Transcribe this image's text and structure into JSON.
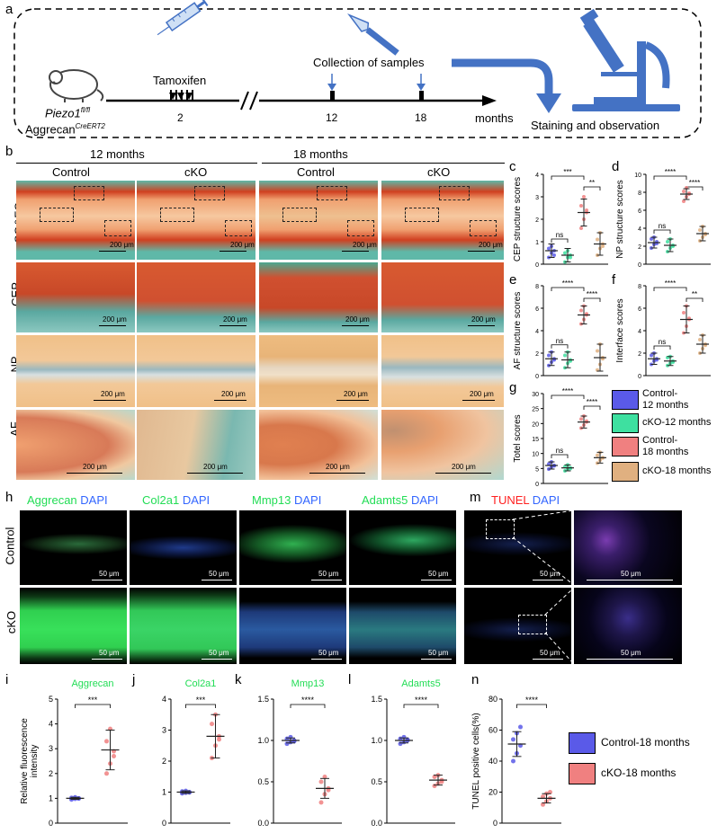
{
  "panel_a": {
    "label": "a",
    "gene_main": "Piezo1",
    "gene_sup": "fl/fl",
    "driver_main": "Aggrecan",
    "driver_sup": "CreERT2",
    "tamoxifen": "Tamoxifen",
    "collection": "Collection of samples",
    "ticks": [
      "2",
      "12",
      "18"
    ],
    "axis_unit": "months",
    "staining": "Staining and observation"
  },
  "panel_b": {
    "label": "b",
    "groups": [
      "12 months",
      "18 months"
    ],
    "columns": [
      "Control",
      "cKO",
      "Control",
      "cKO"
    ],
    "rows": [
      "SO&FG",
      "CEP",
      "NP",
      "AF"
    ],
    "scale": "200 μm"
  },
  "panel_h": {
    "label": "h",
    "markers": [
      {
        "name": "Aggrecan",
        "stain": "DAPI"
      },
      {
        "name": "Col2a1",
        "stain": "DAPI"
      },
      {
        "name": "Mmp13",
        "stain": "DAPI"
      },
      {
        "name": "Adamts5",
        "stain": "DAPI"
      }
    ],
    "rows": [
      "Control",
      "cKO"
    ],
    "scale": "50 μm"
  },
  "panel_m": {
    "label": "m",
    "marker": "TUNEL",
    "stain": "DAPI",
    "scale": "50 μm"
  },
  "legend_top": [
    "Control-\n12 months",
    "cKO-12 months",
    "Control-\n18 months",
    "cKO-18 months"
  ],
  "legend_bottom": [
    "Control-18 months",
    "cKO-18 months"
  ],
  "colors": {
    "control12": "#5a5ae8",
    "cko12": "#3ee0a0",
    "control18": "#f08080",
    "cko18": "#e0b080",
    "title_green": "#22dd55",
    "tunel_red": "#ff2020",
    "dapi_blue": "#3366ff",
    "arrow_blue": "#4472c4"
  },
  "chart_data": [
    {
      "panel": "c",
      "type": "scatter",
      "ylabel": "CEP structure scores",
      "ylim": [
        0,
        4
      ],
      "yticks": [
        0,
        1,
        2,
        3,
        4
      ],
      "categories": [
        "Control-12 months",
        "cKO-12 months",
        "Control-18 months",
        "cKO-18 months"
      ],
      "means": [
        0.6,
        0.4,
        2.3,
        0.9
      ],
      "sd": [
        0.3,
        0.3,
        0.6,
        0.5
      ],
      "points": [
        [
          0.3,
          0.5,
          0.6,
          0.7,
          0.8,
          0.4
        ],
        [
          0.1,
          0.3,
          0.4,
          0.5,
          0.6,
          0.3
        ],
        [
          1.6,
          2.0,
          2.3,
          2.6,
          3.0,
          2.4
        ],
        [
          0.4,
          0.7,
          0.9,
          1.1,
          1.4,
          0.8
        ]
      ],
      "sig": [
        {
          "a": 0,
          "b": 1,
          "text": "ns"
        },
        {
          "a": 0,
          "b": 2,
          "text": "***"
        },
        {
          "a": 2,
          "b": 3,
          "text": "**"
        }
      ]
    },
    {
      "panel": "d",
      "type": "scatter",
      "ylabel": "NP structure scores",
      "ylim": [
        0,
        10
      ],
      "yticks": [
        0,
        2,
        4,
        6,
        8,
        10
      ],
      "categories": [
        "Control-12 months",
        "cKO-12 months",
        "Control-18 months",
        "cKO-18 months"
      ],
      "means": [
        2.4,
        2.1,
        7.8,
        3.4
      ],
      "sd": [
        0.6,
        0.7,
        0.6,
        0.8
      ],
      "points": [
        [
          1.8,
          2.2,
          2.5,
          2.8,
          3.0,
          2.3
        ],
        [
          1.4,
          1.8,
          2.1,
          2.5,
          2.8,
          2.0
        ],
        [
          7.0,
          7.5,
          7.8,
          8.1,
          8.5,
          7.9
        ],
        [
          2.6,
          3.0,
          3.4,
          3.8,
          4.2,
          3.3
        ]
      ],
      "sig": [
        {
          "a": 0,
          "b": 1,
          "text": "ns"
        },
        {
          "a": 0,
          "b": 2,
          "text": "****"
        },
        {
          "a": 2,
          "b": 3,
          "text": "****"
        }
      ]
    },
    {
      "panel": "e",
      "type": "scatter",
      "ylabel": "AF structure scores",
      "ylim": [
        0,
        8
      ],
      "yticks": [
        0,
        2,
        4,
        6,
        8
      ],
      "categories": [
        "Control-12 months",
        "cKO-12 months",
        "Control-18 months",
        "cKO-18 months"
      ],
      "means": [
        1.5,
        1.4,
        5.4,
        1.6
      ],
      "sd": [
        0.6,
        0.7,
        0.8,
        1.2
      ],
      "points": [
        [
          0.9,
          1.2,
          1.5,
          1.8,
          2.1,
          1.4
        ],
        [
          0.7,
          1.1,
          1.4,
          1.8,
          2.1,
          1.3
        ],
        [
          4.6,
          5.0,
          5.4,
          5.8,
          6.2,
          5.5
        ],
        [
          0.5,
          1.0,
          1.6,
          2.2,
          2.8,
          1.5
        ]
      ],
      "sig": [
        {
          "a": 0,
          "b": 1,
          "text": "ns"
        },
        {
          "a": 0,
          "b": 2,
          "text": "****"
        },
        {
          "a": 2,
          "b": 3,
          "text": "****"
        }
      ]
    },
    {
      "panel": "f",
      "type": "scatter",
      "ylabel": "Interface scores",
      "ylim": [
        0,
        8
      ],
      "yticks": [
        0,
        2,
        4,
        6,
        8
      ],
      "categories": [
        "Control-12 months",
        "cKO-12 months",
        "Control-18 months",
        "cKO-18 months"
      ],
      "means": [
        1.5,
        1.3,
        5.0,
        2.8
      ],
      "sd": [
        0.5,
        0.4,
        1.2,
        0.8
      ],
      "points": [
        [
          1.0,
          1.3,
          1.5,
          1.8,
          2.0,
          1.4
        ],
        [
          0.9,
          1.1,
          1.3,
          1.6,
          1.7,
          1.2
        ],
        [
          3.8,
          4.4,
          5.0,
          5.6,
          6.2,
          5.1
        ],
        [
          2.0,
          2.4,
          2.8,
          3.2,
          3.6,
          2.7
        ]
      ],
      "sig": [
        {
          "a": 0,
          "b": 1,
          "text": "ns"
        },
        {
          "a": 0,
          "b": 2,
          "text": "****"
        },
        {
          "a": 2,
          "b": 3,
          "text": "**"
        }
      ]
    },
    {
      "panel": "g",
      "type": "scatter",
      "ylabel": "Totel scores",
      "ylim": [
        0,
        30
      ],
      "yticks": [
        0,
        5,
        10,
        15,
        20,
        25,
        30
      ],
      "categories": [
        "Control-12 months",
        "cKO-12 months",
        "Control-18 months",
        "cKO-18 months"
      ],
      "means": [
        6.0,
        5.2,
        20.5,
        8.6
      ],
      "sd": [
        1.2,
        1.0,
        2.0,
        1.8
      ],
      "points": [
        [
          4.8,
          5.5,
          6.0,
          6.5,
          7.2,
          5.9
        ],
        [
          4.2,
          4.8,
          5.2,
          5.6,
          6.2,
          5.0
        ],
        [
          18.5,
          19.5,
          20.5,
          21.5,
          22.5,
          20.8
        ],
        [
          6.8,
          7.8,
          8.6,
          9.4,
          10.4,
          8.5
        ]
      ],
      "sig": [
        {
          "a": 0,
          "b": 1,
          "text": "ns"
        },
        {
          "a": 0,
          "b": 2,
          "text": "****"
        },
        {
          "a": 2,
          "b": 3,
          "text": "****"
        }
      ]
    },
    {
      "panel": "i",
      "type": "scatter",
      "title": "Aggrecan",
      "ylabel": "Relative fluorescence\nintensity",
      "ylim": [
        0,
        5
      ],
      "yticks": [
        0,
        1,
        2,
        3,
        4,
        5
      ],
      "categories": [
        "Control-18 months",
        "cKO-18 months"
      ],
      "means": [
        1.0,
        2.95
      ],
      "sd": [
        0.04,
        0.8
      ],
      "points": [
        [
          0.95,
          0.98,
          1.0,
          1.02,
          1.04,
          0.99
        ],
        [
          2.0,
          2.4,
          2.9,
          3.3,
          3.8,
          2.7
        ]
      ],
      "sig": [
        {
          "a": 0,
          "b": 1,
          "text": "***"
        }
      ]
    },
    {
      "panel": "j",
      "type": "scatter",
      "title": "Col2a1",
      "ylabel": "",
      "ylim": [
        0,
        4
      ],
      "yticks": [
        0,
        1,
        2,
        3,
        4
      ],
      "categories": [
        "Control-18 months",
        "cKO-18 months"
      ],
      "means": [
        1.0,
        2.8
      ],
      "sd": [
        0.04,
        0.7
      ],
      "points": [
        [
          0.96,
          0.98,
          1.0,
          1.02,
          1.04,
          0.99
        ],
        [
          2.1,
          2.5,
          2.8,
          3.2,
          3.5,
          2.7
        ]
      ],
      "sig": [
        {
          "a": 0,
          "b": 1,
          "text": "***"
        }
      ]
    },
    {
      "panel": "k",
      "type": "scatter",
      "title": "Mmp13",
      "ylabel": "",
      "ylim": [
        0,
        1.5
      ],
      "yticks": [
        0.0,
        0.5,
        1.0,
        1.5
      ],
      "categories": [
        "Control-18 months",
        "cKO-18 months"
      ],
      "means": [
        1.0,
        0.42
      ],
      "sd": [
        0.03,
        0.12
      ],
      "points": [
        [
          0.96,
          0.98,
          1.0,
          1.02,
          1.04,
          0.99
        ],
        [
          0.25,
          0.35,
          0.42,
          0.5,
          0.56,
          0.4
        ]
      ],
      "sig": [
        {
          "a": 0,
          "b": 1,
          "text": "****"
        }
      ]
    },
    {
      "panel": "l",
      "type": "scatter",
      "title": "Adamts5",
      "ylabel": "",
      "ylim": [
        0,
        1.5
      ],
      "yticks": [
        0.0,
        0.5,
        1.0,
        1.5
      ],
      "categories": [
        "Control-18 months",
        "cKO-18 months"
      ],
      "means": [
        1.0,
        0.52
      ],
      "sd": [
        0.03,
        0.06
      ],
      "points": [
        [
          0.96,
          0.98,
          1.0,
          1.02,
          1.04,
          1.01
        ],
        [
          0.45,
          0.48,
          0.52,
          0.56,
          0.58,
          0.5
        ]
      ],
      "sig": [
        {
          "a": 0,
          "b": 1,
          "text": "****"
        }
      ]
    },
    {
      "panel": "n",
      "type": "scatter",
      "ylabel": "TUNEL positive cells(%)",
      "ylim": [
        0,
        80
      ],
      "yticks": [
        0,
        20,
        40,
        60,
        80
      ],
      "categories": [
        "Control-18 months",
        "cKO-18 months"
      ],
      "means": [
        51,
        16
      ],
      "sd": [
        8,
        3
      ],
      "points": [
        [
          40,
          45,
          50,
          54,
          58,
          62
        ],
        [
          12,
          14,
          16,
          17,
          19,
          20
        ]
      ],
      "sig": [
        {
          "a": 0,
          "b": 1,
          "text": "****"
        }
      ]
    }
  ]
}
